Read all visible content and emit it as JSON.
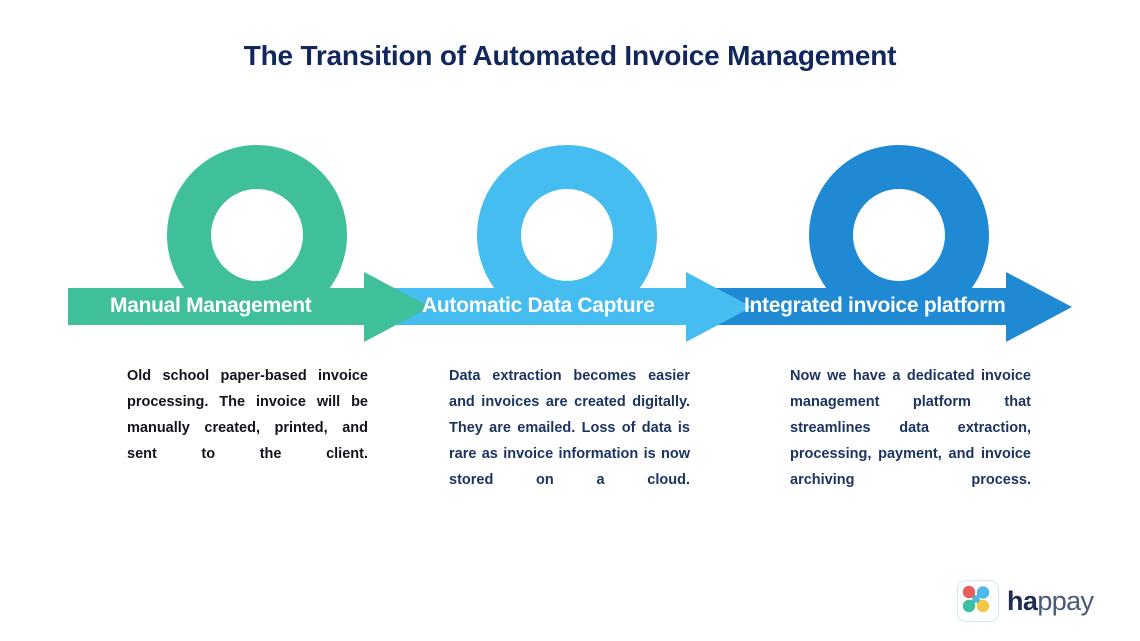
{
  "page": {
    "title": "The Transition of Automated Invoice Management",
    "background": "#ffffff",
    "title_color": "#12275c"
  },
  "stages": [
    {
      "id": "manual-management",
      "label": "Manual Management",
      "color": "#3fbf9a",
      "ring_color": "#3fbf9a",
      "text_color": "#11141c",
      "description": "Old school paper-based invoice processing. The invoice will be manually created, printed, and sent to the client."
    },
    {
      "id": "automatic-data-capture",
      "label": "Automatic Data Capture",
      "color": "#45bdf0",
      "ring_color": "#45bdf0",
      "text_color": "#1d3461",
      "description": "Data extraction becomes easier and invoices are created digitally. They are emailed. Loss of data is rare as invoice information is now stored on a cloud."
    },
    {
      "id": "integrated-invoice-platform",
      "label": "Integrated invoice platform",
      "color": "#2089d3",
      "ring_color": "#2089d3",
      "text_color": "#1d3461",
      "description": "Now we have a dedicated invoice management platform that streamlines data extraction, processing, payment, and invoice archiving process."
    }
  ],
  "logo": {
    "brand": "happay",
    "brand_bold": "ha",
    "brand_light": "ppay",
    "mark_colors": {
      "top_left": "#e8605d",
      "top_right": "#4fb8e8",
      "bottom_left": "#3cbfa0",
      "bottom_right": "#f5c544"
    }
  }
}
